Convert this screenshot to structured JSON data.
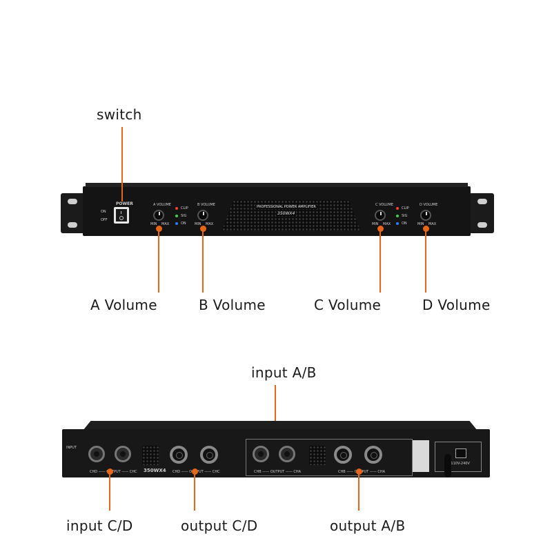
{
  "labels": {
    "switch": "switch",
    "a_volume": "A Volume",
    "b_volume": "B Volume",
    "c_volume": "C Volume",
    "d_volume": "D Volume",
    "input_ab": "input A/B",
    "input_cd": "input C/D",
    "output_cd": "output C/D",
    "output_ab": "output A/B"
  },
  "front_panel": {
    "power": "POWER",
    "on": "ON",
    "off": "OFF",
    "a_volume": "A VOLUME",
    "b_volume": "B VOLUME",
    "c_volume": "C VOLUME",
    "d_volume": "D VOLUME",
    "clip": "CLIP",
    "sig": "SIG",
    "on_led": "ON",
    "min": "MIN",
    "max": "MAX",
    "brand_line": "PROFESSIONAL POWER AMPLIFIER",
    "model": "350WX4"
  },
  "rear_panel": {
    "model": "350WX4",
    "chd_output_chc": "CHD —— OUTPUT —— CHC",
    "chb_output_cha": "CHB —— OUTPUT —— CHA",
    "input_legend": "INPUT",
    "power_spec": "AC 110V-240V"
  },
  "colors": {
    "accent": "#e8661a",
    "chassis": "#141414",
    "background": "#ffffff"
  }
}
